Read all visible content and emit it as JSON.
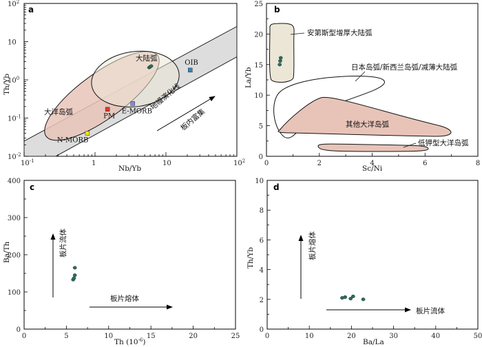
{
  "chart_data": [
    {
      "panel": "a",
      "type": "scatter",
      "xlabel": "Nb/Yb",
      "ylabel": "Th/Yb",
      "xscale": "log",
      "yscale": "log",
      "xlim": [
        0.1,
        100
      ],
      "ylim": [
        0.01,
        100
      ],
      "regions": [
        {
          "label": "大洋岛弧",
          "color": "#e8c4b8"
        },
        {
          "label": "大陆弧",
          "color": "#ebe6d6"
        }
      ],
      "band_label": "地幔演化线",
      "arrow_label": "板内富集",
      "reference_points": [
        {
          "label": "OIB",
          "x": 22,
          "y": 1.8,
          "color": "#2e86c1"
        },
        {
          "label": "E-MORB",
          "x": 3.4,
          "y": 0.24,
          "color": "#8888dd"
        },
        {
          "label": "PM",
          "x": 1.5,
          "y": 0.17,
          "color": "#d9382b"
        },
        {
          "label": "N-MORB",
          "x": 0.78,
          "y": 0.04,
          "color": "#f5e11a"
        }
      ],
      "samples": [
        {
          "x": 5.8,
          "y": 2.1
        },
        {
          "x": 6.0,
          "y": 2.2
        },
        {
          "x": 6.2,
          "y": 2.3
        }
      ],
      "x_ticks": [
        {
          "value": 0.1,
          "base": "10",
          "exp": "-1"
        },
        {
          "value": 1,
          "base": "1",
          "exp": ""
        },
        {
          "value": 10,
          "base": "10",
          "exp": ""
        },
        {
          "value": 100,
          "base": "10",
          "exp": "2"
        }
      ],
      "y_ticks": [
        {
          "value": 0.01,
          "base": "10",
          "exp": "-2"
        },
        {
          "value": 0.1,
          "base": "10",
          "exp": "-1"
        },
        {
          "value": 1,
          "base": "10",
          "exp": "0"
        },
        {
          "value": 10,
          "base": "10",
          "exp": ""
        },
        {
          "value": 100,
          "base": "10",
          "exp": "2"
        }
      ]
    },
    {
      "panel": "b",
      "type": "scatter",
      "xlabel": "Sc/Ni",
      "ylabel": "La/Yb",
      "xlim": [
        0,
        8
      ],
      "ylim": [
        0,
        25
      ],
      "x_ticks": [
        "0",
        "2",
        "4",
        "6",
        "8"
      ],
      "y_ticks": [
        "0",
        "5",
        "10",
        "15",
        "20",
        "25"
      ],
      "regions": [
        {
          "label": "安第斯型增厚大陆弧",
          "color": "#ebe6d6"
        },
        {
          "label": "日本岛弧/新西兰岛弧/减薄大陆弧",
          "color": "none"
        },
        {
          "label": "其他大洋岛弧",
          "color": "#e8c4b8"
        },
        {
          "label": "低钾型大洋岛弧",
          "color": "#e8c4b8"
        }
      ],
      "samples": [
        {
          "x": 0.5,
          "y": 15.0
        },
        {
          "x": 0.52,
          "y": 15.6
        },
        {
          "x": 0.54,
          "y": 16.1
        }
      ]
    },
    {
      "panel": "c",
      "type": "scatter",
      "xlabel": "Th (10",
      "xlabel_sup": "-6",
      "xlabel_end": ")",
      "ylabel": "Ba/Th",
      "xlim": [
        0,
        25
      ],
      "ylim": [
        0,
        400
      ],
      "x_ticks": [
        "0",
        "5",
        "10",
        "15",
        "20",
        "25"
      ],
      "y_ticks": [
        "0",
        "100",
        "200",
        "300",
        "400"
      ],
      "arrows": [
        {
          "label": "板片流体",
          "dir": "up"
        },
        {
          "label": "板片熔体",
          "dir": "right"
        }
      ],
      "samples": [
        {
          "x": 5.8,
          "y": 133
        },
        {
          "x": 5.9,
          "y": 137
        },
        {
          "x": 6.0,
          "y": 145
        },
        {
          "x": 6.0,
          "y": 165
        }
      ]
    },
    {
      "panel": "d",
      "type": "scatter",
      "xlabel": "Ba/La",
      "ylabel": "Th/Yb",
      "xlim": [
        0,
        50
      ],
      "ylim": [
        0,
        10
      ],
      "x_ticks": [
        "0",
        "10",
        "20",
        "30",
        "40",
        "50"
      ],
      "y_ticks": [
        "0",
        "2",
        "4",
        "6",
        "8",
        "10"
      ],
      "arrows": [
        {
          "label": "板片熔体",
          "dir": "up"
        },
        {
          "label": "板片流体",
          "dir": "right"
        }
      ],
      "samples": [
        {
          "x": 17.8,
          "y": 2.1
        },
        {
          "x": 18.5,
          "y": 2.15
        },
        {
          "x": 19.8,
          "y": 2.05
        },
        {
          "x": 20.4,
          "y": 2.2
        },
        {
          "x": 22.8,
          "y": 2.0
        }
      ]
    }
  ],
  "sample_color": "#2f6b5e"
}
